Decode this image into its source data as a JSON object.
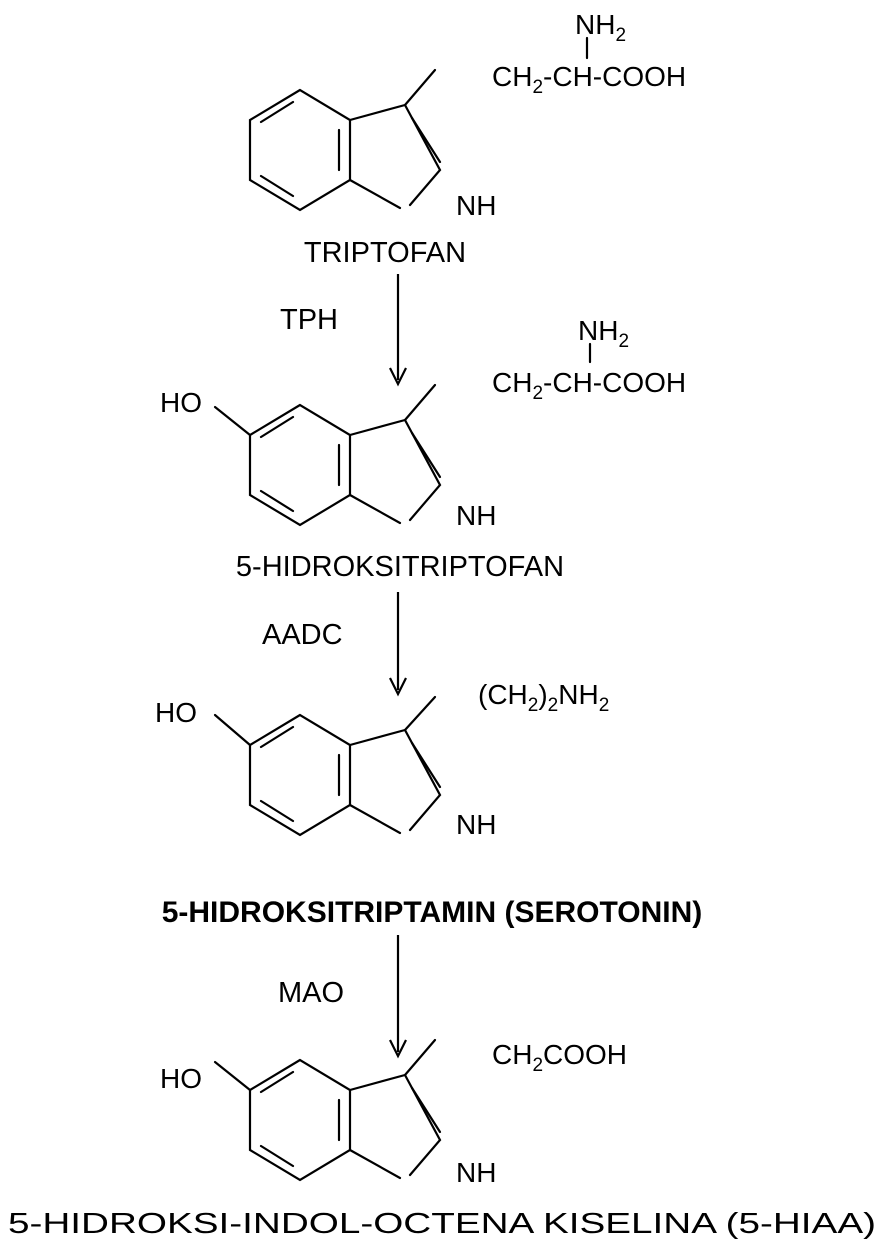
{
  "compounds": [
    {
      "name": "TRIPTOFAN",
      "side_chain": {
        "ch": "CH",
        "sub": "2",
        "rest": "-CH-COOH"
      },
      "amine": {
        "main": "NH",
        "sub": "2"
      },
      "ring_nh": "NH"
    },
    {
      "name": "5-HIDROKSITRIPTOFAN",
      "hydroxyl": "HO",
      "side_chain": {
        "ch": "CH",
        "sub": "2",
        "rest": "-CH-COOH"
      },
      "amine": {
        "main": "NH",
        "sub": "2"
      },
      "ring_nh": "NH"
    },
    {
      "name": "5-HIDROKSITRIPTAMIN (SEROTONIN)",
      "hydroxyl": "HO",
      "side_chain": {
        "open": "(CH",
        "sub1": "2",
        "close": ")",
        "sub2": "2",
        "nh": "NH",
        "sub3": "2"
      },
      "ring_nh": "NH"
    },
    {
      "name": "5-HIDROKSI-INDOL-OCTENA KISELINA (5-HIAA)",
      "hydroxyl": "HO",
      "side_chain": {
        "ch": "CH",
        "sub": "2",
        "rest": "COOH"
      },
      "ring_nh": "NH"
    }
  ],
  "enzymes": [
    "TPH",
    "AADC",
    "MAO"
  ]
}
